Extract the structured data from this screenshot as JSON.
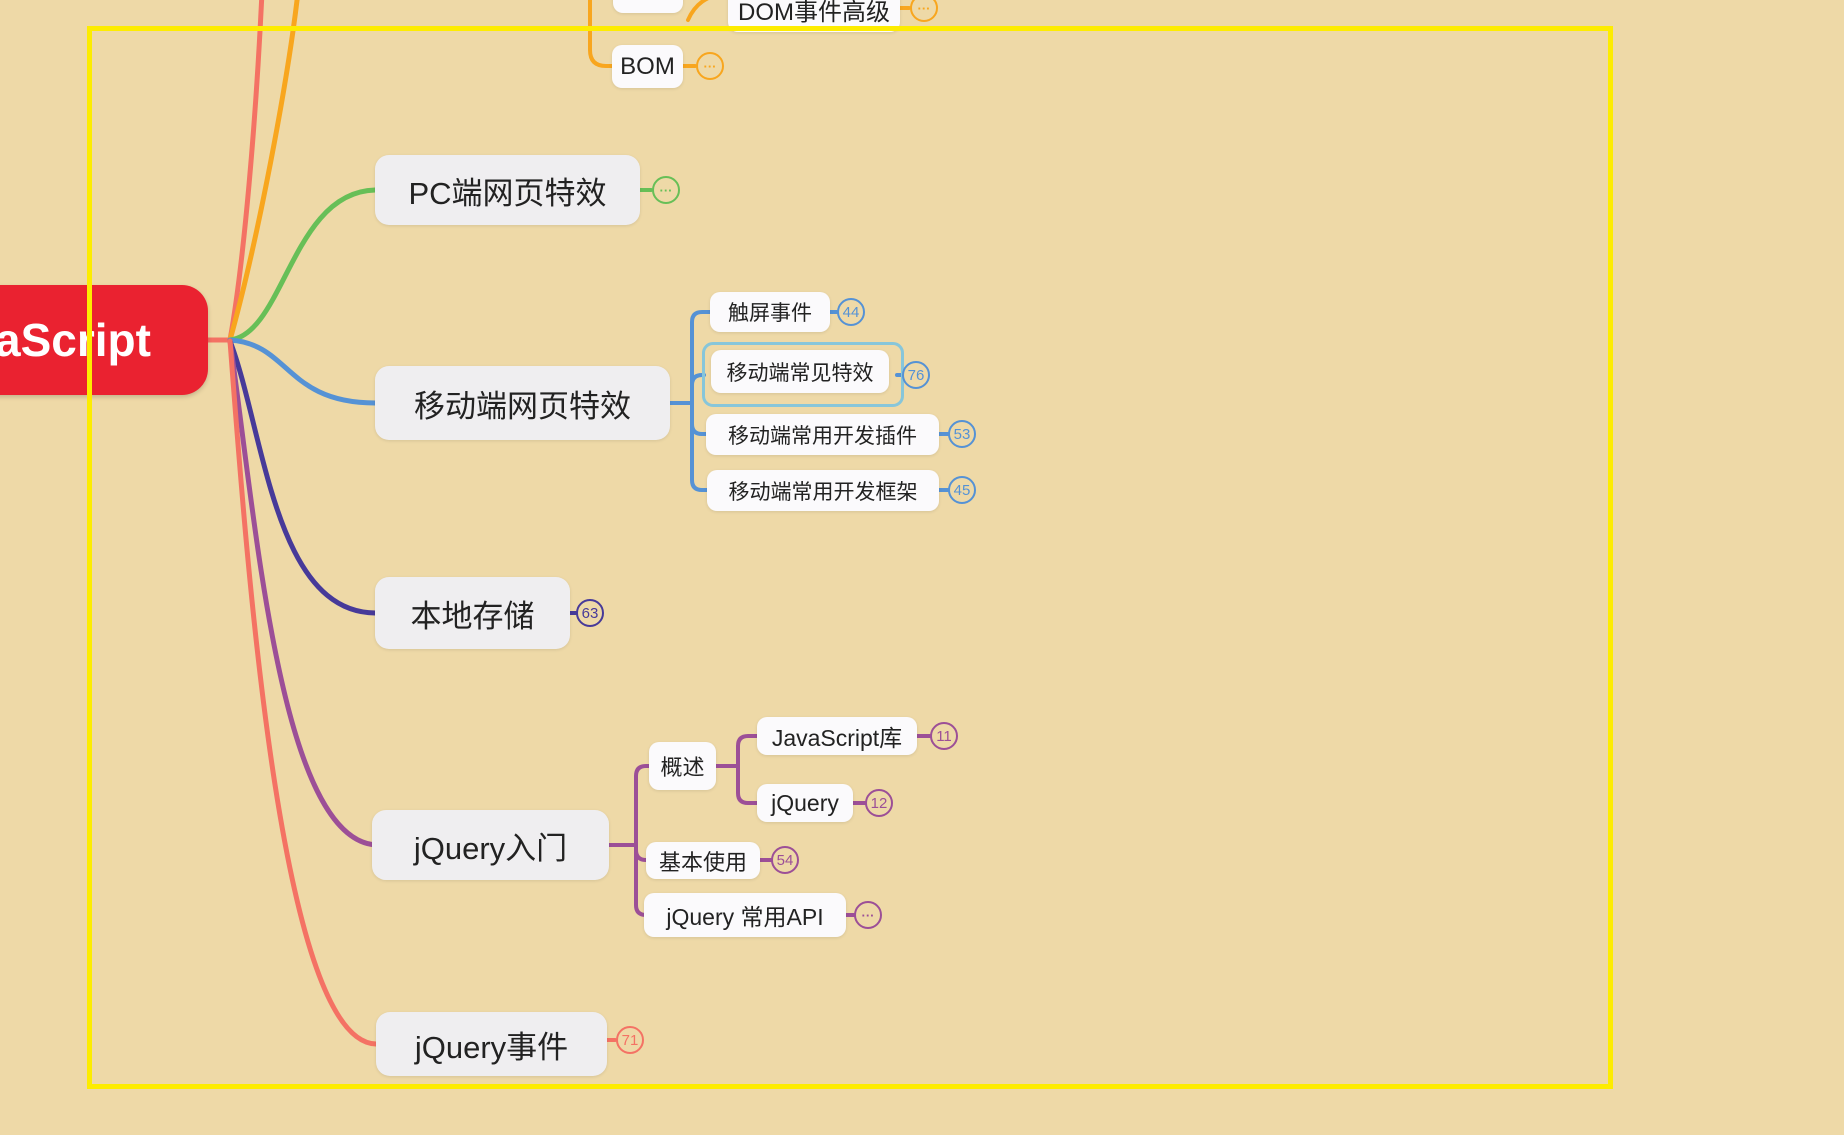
{
  "canvas": {
    "background_color": "#eed9a7",
    "selection_rect_color": "#fdec00",
    "selected_node_outline_color": "#87c6da"
  },
  "root": {
    "label": "aScript",
    "color": "#ea2230",
    "text_color": "#ffffff"
  },
  "branches": {
    "orange": {
      "color": "#f8a61e",
      "dom_advanced": {
        "label": "DOM事件高级",
        "badge": "···"
      },
      "bom": {
        "label": "BOM",
        "badge": "···"
      }
    },
    "green": {
      "color": "#67bf57",
      "node": {
        "label": "PC端网页特效",
        "badge": "···"
      }
    },
    "blue": {
      "color": "#5592d5",
      "node": {
        "label": "移动端网页特效"
      },
      "children": [
        {
          "label": "触屏事件",
          "badge": "44"
        },
        {
          "label": "移动端常见特效",
          "badge": "76",
          "selected": true
        },
        {
          "label": "移动端常用开发插件",
          "badge": "53"
        },
        {
          "label": "移动端常用开发框架",
          "badge": "45"
        }
      ]
    },
    "indigo": {
      "color": "#473a99",
      "node": {
        "label": "本地存储",
        "badge": "63"
      }
    },
    "purple": {
      "color": "#9c4f97",
      "node": {
        "label": "jQuery入门"
      },
      "overview": {
        "label": "概述",
        "children": [
          {
            "label": "JavaScript库",
            "badge": "11"
          },
          {
            "label": "jQuery",
            "badge": "12"
          }
        ]
      },
      "basic": {
        "label": "基本使用",
        "badge": "54"
      },
      "api": {
        "label": "jQuery 常用API",
        "badge": "···"
      }
    },
    "salmon": {
      "color": "#f47264",
      "node": {
        "label": "jQuery事件",
        "badge": "71"
      }
    }
  }
}
